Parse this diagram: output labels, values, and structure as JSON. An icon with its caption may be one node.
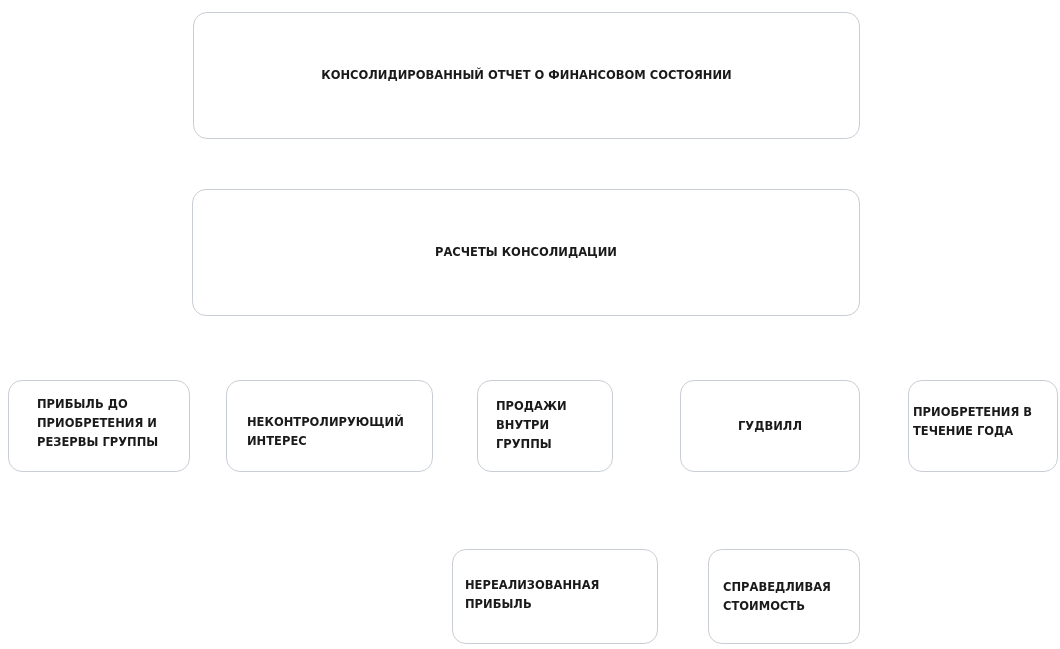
{
  "diagram": {
    "nodes": [
      {
        "text": [
          "КОНСОЛИДИРОВАННЫЙ ОТЧЕТ О ФИНАНСОВОМ СОСТОЯНИИ"
        ]
      },
      {
        "text": [
          "РАСЧЕТЫ КОНСОЛИДАЦИИ"
        ]
      },
      {
        "text": [
          "ПРИБЫЛЬ ДО ПРИОБРЕТЕНИЯ И РЕЗЕРВЫ ГРУППЫ"
        ]
      },
      {
        "text": [
          "НЕКОНТРОЛИРУЮЩИЙ ИНТЕРЕС"
        ]
      },
      {
        "text": [
          "ПРОДАЖИ ВНУТРИ ГРУППЫ"
        ]
      },
      {
        "text": [
          "ГУДВИЛЛ"
        ]
      },
      {
        "text": [
          "ПРИОБРЕТЕНИЯ В ТЕЧЕНИЕ ГОДА"
        ]
      },
      {
        "text": [
          "НЕРЕАЛИЗОВАННАЯ ПРИБЫЛЬ"
        ]
      },
      {
        "text": [
          "СПРАВЕДЛИВАЯ СТОИМОСТЬ"
        ]
      }
    ]
  }
}
